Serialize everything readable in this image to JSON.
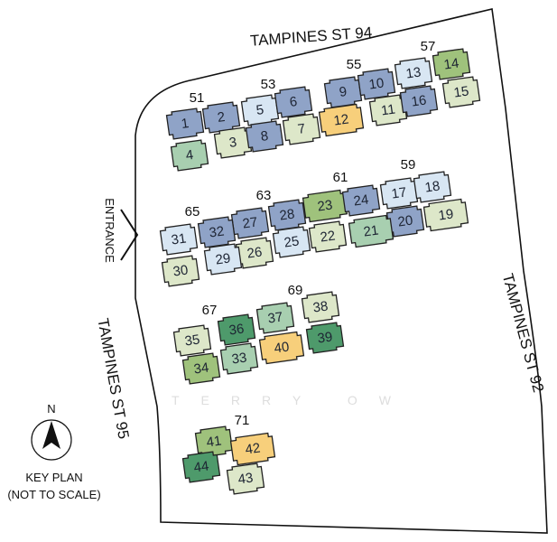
{
  "streets": {
    "north": "TAMPINES ST 94",
    "east": "TAMPINES ST 92",
    "west": "TAMPINES ST 95"
  },
  "entrance_label": "ENTRANCE",
  "compass": {
    "label": "N",
    "icon": "north-arrow-icon"
  },
  "key_plan": {
    "title": "KEY PLAN",
    "note": "(NOT TO SCALE)"
  },
  "watermark": "TERRY   OW",
  "colors": {
    "dark_blue": "#8fa3c7",
    "light_blue": "#d8e6f3",
    "light_green": "#dde7c9",
    "mid_green": "#a8cfb0",
    "green": "#9fc27c",
    "dark_green": "#4e9a6b",
    "orange": "#f7cf7b"
  },
  "block_labels": [
    "51",
    "53",
    "55",
    "57",
    "59",
    "61",
    "63",
    "65",
    "67",
    "69",
    "71"
  ],
  "units": [
    {
      "no": "1",
      "color": "dark_blue"
    },
    {
      "no": "2",
      "color": "dark_blue"
    },
    {
      "no": "3",
      "color": "light_green"
    },
    {
      "no": "4",
      "color": "mid_green"
    },
    {
      "no": "5",
      "color": "light_blue"
    },
    {
      "no": "6",
      "color": "dark_blue"
    },
    {
      "no": "7",
      "color": "light_green"
    },
    {
      "no": "8",
      "color": "dark_blue"
    },
    {
      "no": "9",
      "color": "dark_blue"
    },
    {
      "no": "10",
      "color": "dark_blue"
    },
    {
      "no": "11",
      "color": "light_green"
    },
    {
      "no": "12",
      "color": "orange"
    },
    {
      "no": "13",
      "color": "light_blue"
    },
    {
      "no": "14",
      "color": "green"
    },
    {
      "no": "15",
      "color": "light_green"
    },
    {
      "no": "16",
      "color": "dark_blue"
    },
    {
      "no": "17",
      "color": "light_blue"
    },
    {
      "no": "18",
      "color": "light_blue"
    },
    {
      "no": "19",
      "color": "light_green"
    },
    {
      "no": "20",
      "color": "dark_blue"
    },
    {
      "no": "21",
      "color": "mid_green"
    },
    {
      "no": "22",
      "color": "light_green"
    },
    {
      "no": "23",
      "color": "green"
    },
    {
      "no": "24",
      "color": "dark_blue"
    },
    {
      "no": "25",
      "color": "light_blue"
    },
    {
      "no": "26",
      "color": "light_green"
    },
    {
      "no": "27",
      "color": "dark_blue"
    },
    {
      "no": "28",
      "color": "dark_blue"
    },
    {
      "no": "29",
      "color": "light_blue"
    },
    {
      "no": "30",
      "color": "light_green"
    },
    {
      "no": "31",
      "color": "light_blue"
    },
    {
      "no": "32",
      "color": "dark_blue"
    },
    {
      "no": "33",
      "color": "mid_green"
    },
    {
      "no": "34",
      "color": "green"
    },
    {
      "no": "35",
      "color": "light_green"
    },
    {
      "no": "36",
      "color": "dark_green"
    },
    {
      "no": "37",
      "color": "mid_green"
    },
    {
      "no": "38",
      "color": "light_green"
    },
    {
      "no": "39",
      "color": "dark_green"
    },
    {
      "no": "40",
      "color": "orange"
    },
    {
      "no": "41",
      "color": "green"
    },
    {
      "no": "42",
      "color": "orange"
    },
    {
      "no": "43",
      "color": "light_green"
    },
    {
      "no": "44",
      "color": "dark_green"
    }
  ]
}
